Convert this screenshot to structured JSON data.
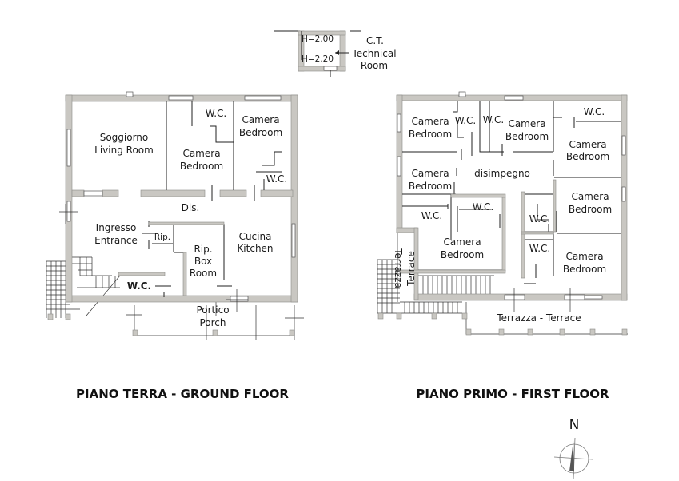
{
  "technical_room": {
    "h1": "H=2.00",
    "h2": "H=2.20",
    "line1": "C.T.",
    "line2": "Technical",
    "line3": "Room"
  },
  "ground_floor": {
    "title": "PIANO TERRA - GROUND FLOOR",
    "rooms": {
      "wc_top": "W.C.",
      "bedroom_ne": [
        "Camera",
        "Bedroom"
      ],
      "living": [
        "Soggiorno",
        "Living Room"
      ],
      "bedroom_mid": [
        "Camera",
        "Bedroom"
      ],
      "wc_right": "W.C.",
      "dis": "Dis.",
      "entrance": [
        "Ingresso",
        "Entrance"
      ],
      "rip_small": "Rip.",
      "box_room": [
        "Rip.",
        "Box",
        "Room"
      ],
      "kitchen": [
        "Cucina",
        "Kitchen"
      ],
      "wc_bottom": "W.C.",
      "porch": [
        "Portico",
        "Porch"
      ]
    }
  },
  "first_floor": {
    "title": "PIANO PRIMO - FIRST FLOOR",
    "rooms": {
      "bedroom_1": [
        "Camera",
        "Bedroom"
      ],
      "wc_1": "W.C.",
      "wc_2": "W.C.",
      "bedroom_2": [
        "Camera",
        "Bedroom"
      ],
      "wc_3": "W.C.",
      "bedroom_3": [
        "Camera",
        "Bedroom"
      ],
      "bedroom_4": [
        "Camera",
        "Bedroom"
      ],
      "hall": "disimpegno",
      "bedroom_5": [
        "Camera",
        "Bedroom"
      ],
      "wc_4": "W.C.",
      "wc_5": "W.C.",
      "wc_6": "W.C.",
      "bedroom_6": [
        "Camera",
        "Bedroom"
      ],
      "wc_7": "W.C.",
      "bedroom_7": [
        "Camera",
        "Bedroom"
      ],
      "terrace_side": [
        "Terrazza",
        "Terrace"
      ],
      "terrace": "Terrazza - Terrace"
    }
  },
  "north_label": "N"
}
